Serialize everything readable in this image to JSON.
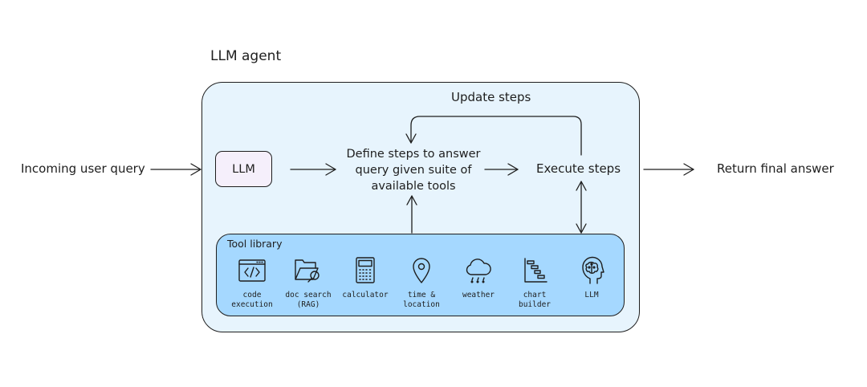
{
  "agent": {
    "title": "LLM agent",
    "llm_label": "LLM",
    "define_label": "Define steps to answer query given suite of available tools",
    "execute_label": "Execute steps",
    "update_label": "Update steps"
  },
  "input_label": "Incoming user query",
  "output_label": "Return final answer",
  "tool_library": {
    "title": "Tool library",
    "tools": [
      {
        "label": "code\nexecution",
        "icon": "code-icon"
      },
      {
        "label": "doc search\n(RAG)",
        "icon": "folder-search-icon"
      },
      {
        "label": "calculator",
        "icon": "calculator-icon"
      },
      {
        "label": "time &\nlocation",
        "icon": "map-pin-icon"
      },
      {
        "label": "weather",
        "icon": "cloud-rain-icon"
      },
      {
        "label": "chart\nbuilder",
        "icon": "chart-icon"
      },
      {
        "label": "LLM",
        "icon": "brain-head-icon"
      }
    ]
  },
  "colors": {
    "agent_fill": "#e7f4fd",
    "llm_fill": "#f5effb",
    "tool_library_fill": "#a5d8ff",
    "stroke": "#1e1e1e"
  }
}
